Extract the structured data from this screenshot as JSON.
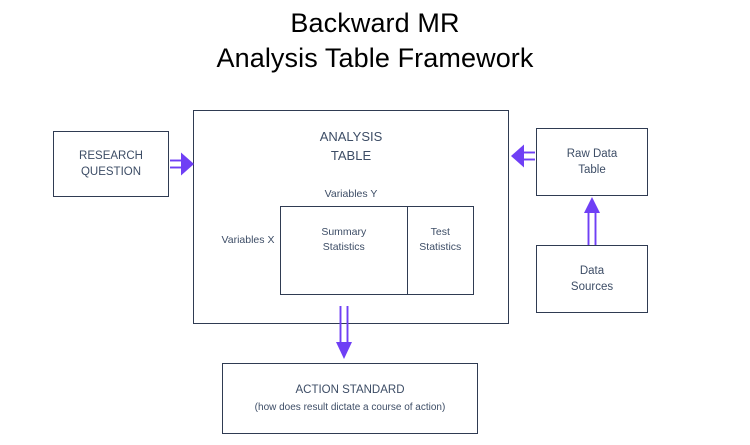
{
  "title": {
    "line1": "Backward MR",
    "line2": "Analysis Table Framework"
  },
  "colors": {
    "arrow": "#6f3ff5",
    "box_border": "#2f3b52",
    "box_text": "#3d4d66",
    "title_text": "#000000",
    "background": "#ffffff"
  },
  "nodes": {
    "research_question": {
      "line1": "RESEARCH",
      "line2": "QUESTION"
    },
    "analysis_table": {
      "heading_line1": "ANALYSIS",
      "heading_line2": "TABLE",
      "variables_y": "Variables Y",
      "variables_x": "Variables X",
      "cells": [
        {
          "line1": "Summary",
          "line2": "Statistics"
        },
        {
          "line1": "Test",
          "line2": "Statistics"
        }
      ]
    },
    "raw_data_table": {
      "line1": "Raw Data",
      "line2": "Table"
    },
    "data_sources": {
      "line1": "Data",
      "line2": "Sources"
    },
    "action_standard": {
      "title": "ACTION STANDARD",
      "subtitle": "(how does result dictate a course of action)"
    }
  },
  "arrows": [
    {
      "name": "research-question-to-analysis-table",
      "direction": "right"
    },
    {
      "name": "raw-data-table-to-analysis-table",
      "direction": "left"
    },
    {
      "name": "data-sources-to-raw-data-table",
      "direction": "up"
    },
    {
      "name": "analysis-table-to-action-standard",
      "direction": "down"
    }
  ]
}
